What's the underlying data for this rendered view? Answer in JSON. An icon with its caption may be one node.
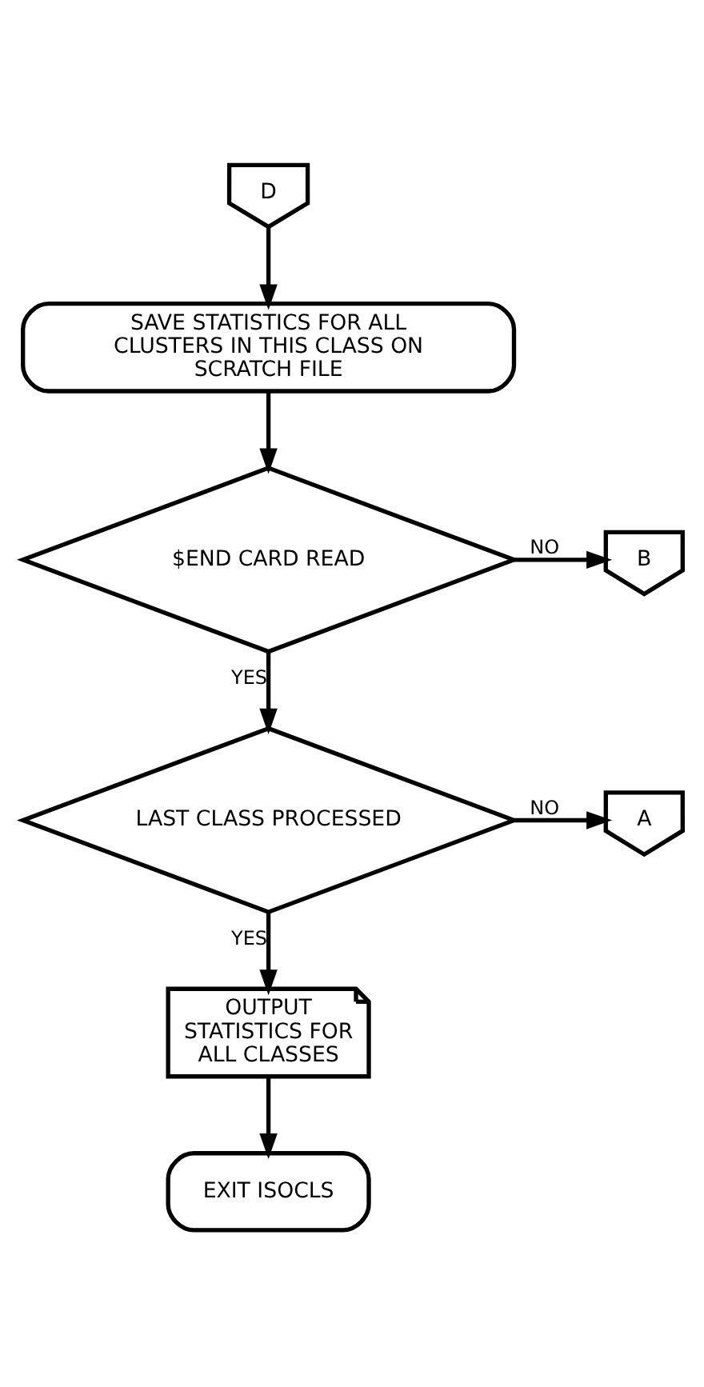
{
  "diagram": {
    "nodes": [
      {
        "text": [
          "D"
        ]
      },
      {
        "text": [
          "SAVE STATISTICS FOR ALL CLUSTERS IN THIS CLASS ON SCRATCH FILE"
        ]
      },
      {
        "text": [
          "$END CARD READ"
        ]
      },
      {
        "text": [
          "B"
        ]
      },
      {
        "text": [
          "LAST CLASS PROCESSED"
        ]
      },
      {
        "text": [
          "A"
        ]
      },
      {
        "text": [
          "OUTPUT STATISTICS FOR ALL CLASSES"
        ]
      },
      {
        "text": [
          "EXIT ISOCLS"
        ]
      }
    ],
    "edges": [
      {
        "from": 0,
        "to": 1,
        "arrow": "to"
      },
      {
        "from": 1,
        "to": 2,
        "arrow": "to"
      },
      {
        "from": 2,
        "to": 3,
        "arrow": "to",
        "label": "NO"
      },
      {
        "from": 2,
        "to": 4,
        "arrow": "to",
        "label": "YES"
      },
      {
        "from": 4,
        "to": 5,
        "arrow": "to",
        "label": "NO"
      },
      {
        "from": 4,
        "to": 6,
        "arrow": "to",
        "label": "YES"
      },
      {
        "from": 6,
        "to": 7,
        "arrow": "to"
      }
    ]
  }
}
